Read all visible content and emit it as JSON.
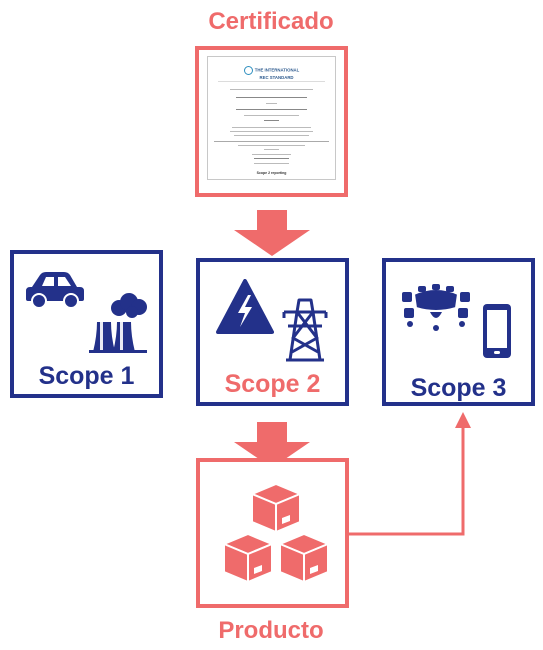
{
  "certificado_label": "Certificado",
  "producto_label": "Producto",
  "document": {
    "brand_line1": "THE INTERNATIONAL",
    "brand_line2": "REC STANDARD",
    "footer": "Scope 2 reporting"
  },
  "scopes": [
    {
      "label": "Scope 1",
      "icons": [
        "car-icon",
        "factory-icon"
      ]
    },
    {
      "label": "Scope 2",
      "icons": [
        "electricity-icon",
        "power-tower-icon"
      ]
    },
    {
      "label": "Scope 3",
      "icons": [
        "meeting-table-icon",
        "smartphone-icon"
      ]
    }
  ],
  "colors": {
    "navy": "#23318a",
    "accent": "#ef6b6b"
  }
}
